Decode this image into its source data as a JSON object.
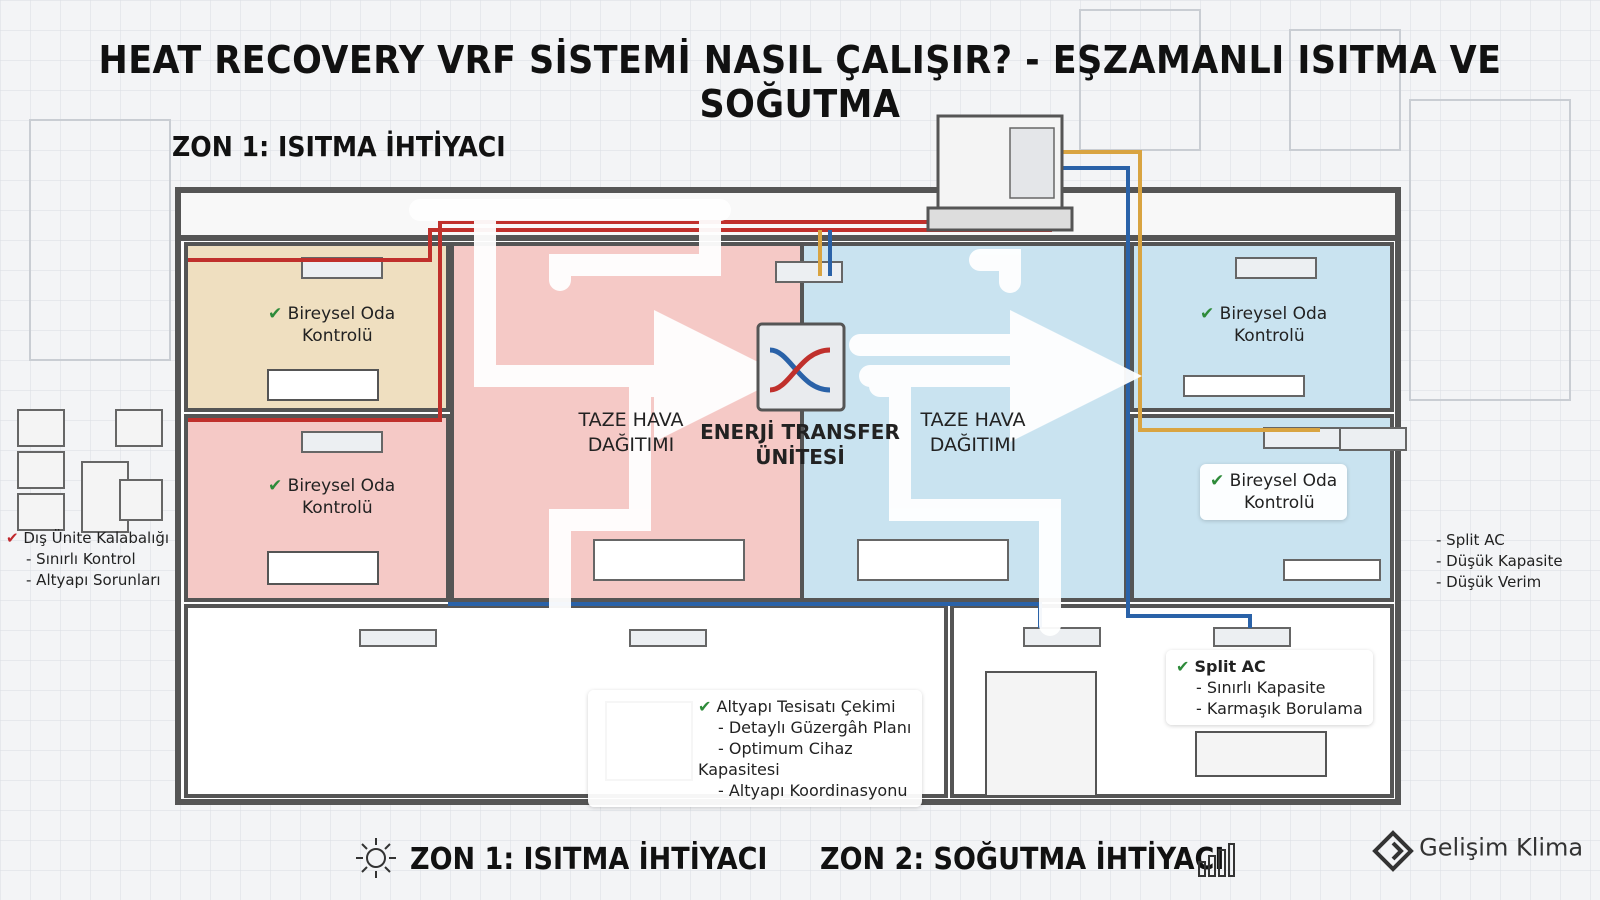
{
  "title": "HEAT RECOVERY VRF SİSTEMİ NASIL ÇALIŞIR? - EŞZAMANLI ISITMA VE SOĞUTMA",
  "zone_top_label": "ZON 1: ISITMA İHTİYACI",
  "room_labels": {
    "left_upper": [
      "Bireysel Oda",
      "Kontrolü"
    ],
    "left_lower": [
      "Bireysel Oda",
      "Kontrolü"
    ],
    "right_upper": [
      "Bireysel Oda",
      "Kontrolü"
    ],
    "right_lower": [
      "Bireysel Oda",
      "Kontrolü"
    ]
  },
  "center": {
    "left_air": [
      "TAZE HAVA",
      "DAĞITIMI"
    ],
    "right_air": [
      "TAZE HAVA",
      "DAĞITIMI"
    ],
    "unit": [
      "ENERJİ TRANSFER",
      "ÜNİTESİ"
    ]
  },
  "left_notes": [
    "Dış Ünite Kalabalığı",
    "- Sınırlı Kontrol",
    "- Altyapı Sorunları"
  ],
  "right_notes": [
    "- Split AC",
    "- Düşük Kapasite",
    "- Düşük Verim"
  ],
  "basement_notes": [
    "Altyapı Tesisatı Çekimi",
    "- Detaylı Güzergâh Planı",
    "- Optimum Cihaz Kapasitesi",
    "- Altyapı Koordinasyonu"
  ],
  "split_notes": [
    "Split AC",
    "- Sınırlı Kapasite",
    "- Karmaşık Borulama"
  ],
  "bottom": {
    "zone1": "ZON 1: ISITMA İHTİYACI",
    "zone2": "ZON 2: SOĞUTMA İHTİYACI"
  },
  "brand": "Gelişim Klima",
  "colors": {
    "heating": "#f5c9c6",
    "cooling": "#c9e3f0",
    "warm_room": "#efdfc0",
    "pipe_red": "#c0302c",
    "pipe_blue": "#2a62a8",
    "pipe_gold": "#d9a441",
    "check": "#2e8b3a"
  },
  "icons": [
    "check-icon",
    "x-mark-icon",
    "sun-gear-icon",
    "bar-chart-icon",
    "brand-logo-icon",
    "heat-exchanger-icon"
  ]
}
